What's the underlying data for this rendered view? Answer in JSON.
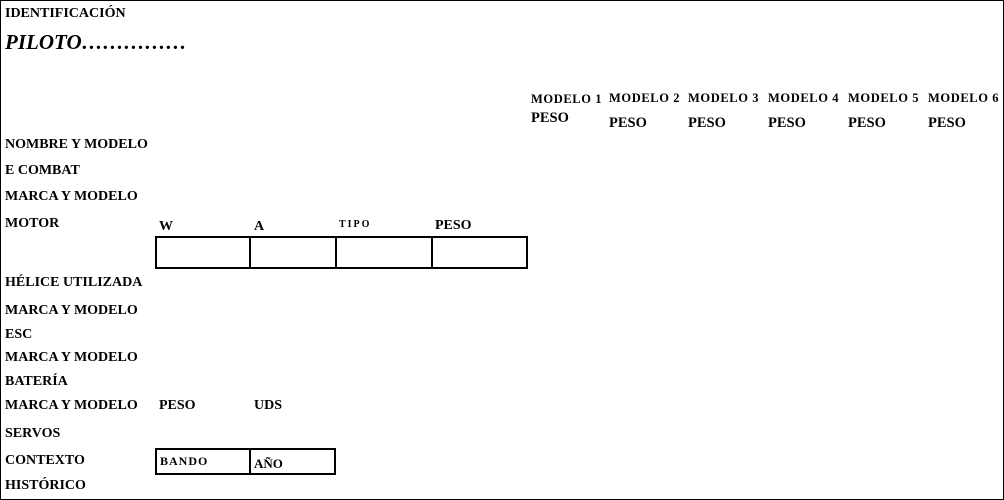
{
  "header": {
    "identificacion": "IDENTIFICACIÓN",
    "piloto": "PILOTO……………"
  },
  "models": [
    {
      "label": "MODELO 1",
      "peso": "PESO"
    },
    {
      "label": "MODELO 2",
      "peso": "PESO"
    },
    {
      "label": "MODELO 3",
      "peso": "PESO"
    },
    {
      "label": "MODELO 4",
      "peso": "PESO"
    },
    {
      "label": "MODELO 5",
      "peso": "PESO"
    },
    {
      "label": "MODELO 6",
      "peso": "PESO"
    }
  ],
  "rows": {
    "nombre_modelo": "NOMBRE Y MODELO",
    "e_combat": "E COMBAT",
    "marca_modelo_1": "MARCA Y MODELO",
    "motor": "MOTOR",
    "motor_fields": {
      "w": "W",
      "a": "A",
      "tipo": "TIPO",
      "peso": "PESO"
    },
    "helice": "HÉLICE UTILIZADA",
    "marca_modelo_2": "MARCA Y MODELO",
    "esc": "ESC",
    "marca_modelo_3": "MARCA Y MODELO",
    "bateria": "BATERÍA",
    "marca_modelo_4": "MARCA Y MODELO",
    "servos_peso": "PESO",
    "servos_uds": "UDS",
    "servos": "SERVOS",
    "contexto": "CONTEXTO",
    "historico": "HISTÓRICO",
    "bando": "BANDO",
    "anio": "AÑO"
  }
}
